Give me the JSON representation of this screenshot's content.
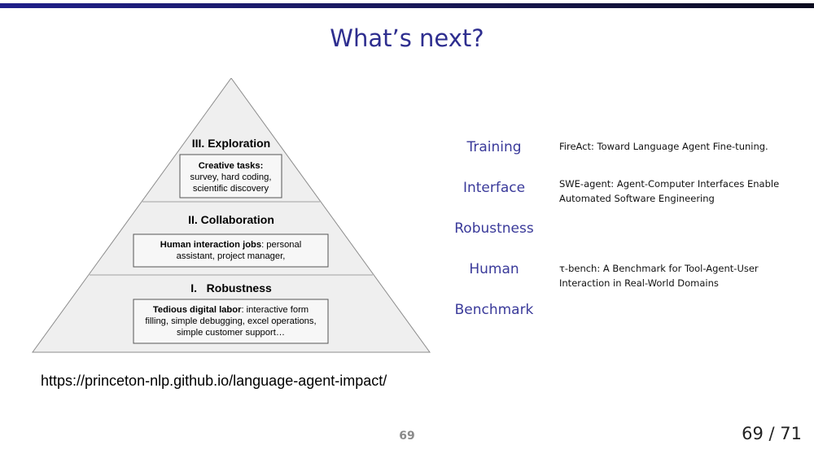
{
  "slide": {
    "title": "What’s next?",
    "url": "https://princeton-nlp.github.io/language-agent-impact/",
    "slide_number": "69",
    "page_counter": "69 / 71"
  },
  "pyramid": {
    "levels": [
      {
        "title": "III. Exploration",
        "bold": "Creative tasks:",
        "text_line1": "survey, hard coding,",
        "text_line2": "scientific discovery"
      },
      {
        "title": "II. Collaboration",
        "bold": "Human interaction jobs",
        "rest": ": personal",
        "text_line2": "assistant, project manager,"
      },
      {
        "title": "I.   Robustness",
        "bold": "Tedious digital labor",
        "rest": ": interactive form",
        "text_line2": "filling, simple debugging, excel operations,",
        "text_line3": "simple customer support…"
      }
    ]
  },
  "topics": [
    {
      "label": "Training",
      "ref_line1": "FireAct: Toward Language Agent Fine-tuning.",
      "ref_line2": ""
    },
    {
      "label": "Interface",
      "ref_line1": "SWE-agent: Agent-Computer Interfaces Enable",
      "ref_line2": "Automated Software Engineering"
    },
    {
      "label": "Robustness",
      "ref_line1": "",
      "ref_line2": ""
    },
    {
      "label": "Human",
      "ref_line1": "τ-bench: A Benchmark for Tool-Agent-User",
      "ref_line2": "Interaction in Real-World Domains"
    },
    {
      "label": "Benchmark",
      "ref_line1": "",
      "ref_line2": ""
    }
  ],
  "colors": {
    "title": "#2e2e8f",
    "topic": "#3a3a9a",
    "pyramid_fill": "#efefef",
    "pyramid_stroke": "#8c8c8c"
  }
}
